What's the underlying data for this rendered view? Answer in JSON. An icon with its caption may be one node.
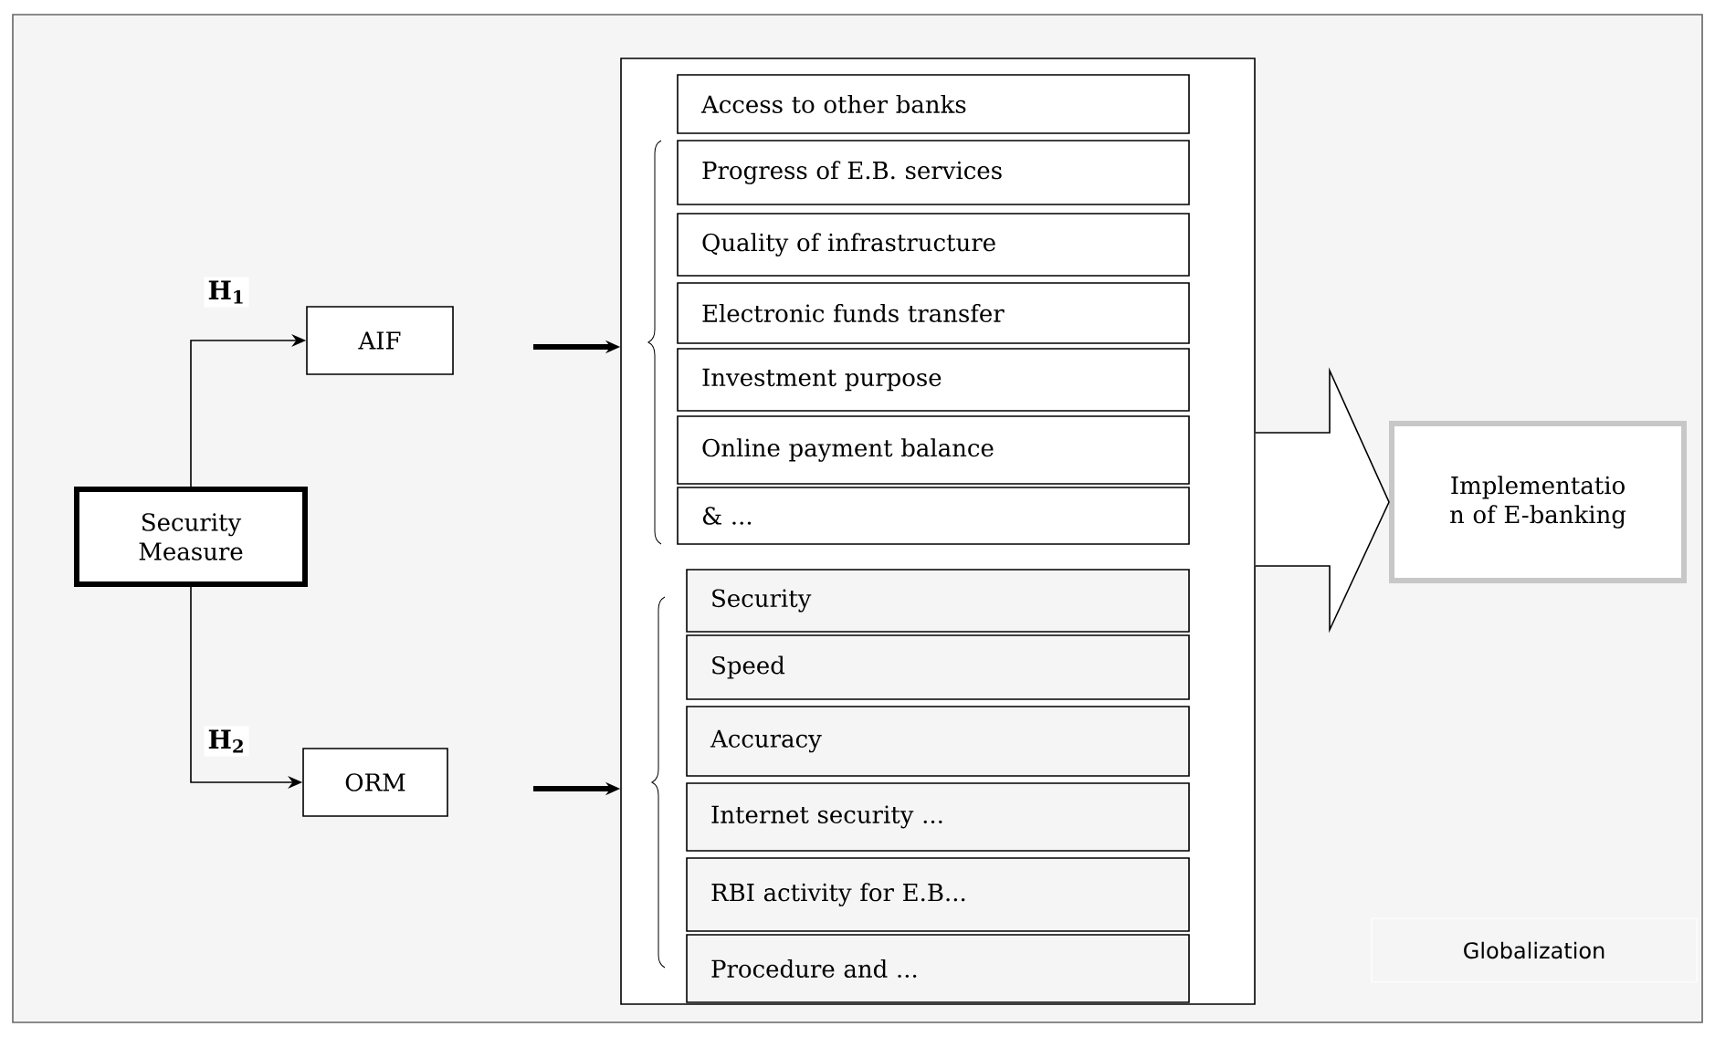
{
  "diagram": {
    "nodes": [
      {
        "text": [
          "Security Measure"
        ]
      },
      {
        "text": [
          "AIF"
        ]
      },
      {
        "text": [
          "ORM"
        ]
      },
      {
        "text": [],
        "shape": "box"
      },
      {
        "text": [
          "Access to other banks"
        ],
        "in": 3
      },
      {
        "text": [
          "Progress of E.B. services"
        ],
        "in": 3
      },
      {
        "text": [
          "Quality of infrastructure"
        ],
        "in": 3
      },
      {
        "text": [
          "Electronic funds transfer"
        ],
        "in": 3
      },
      {
        "text": [
          "Investment purpose"
        ],
        "in": 3
      },
      {
        "text": [
          "Online payment balance"
        ],
        "in": 3
      },
      {
        "text": [
          "& ..."
        ],
        "in": 3
      },
      {
        "text": [
          "Security"
        ],
        "in": 3
      },
      {
        "text": [
          "Speed"
        ],
        "in": 3
      },
      {
        "text": [
          "Accuracy"
        ],
        "in": 3
      },
      {
        "text": [
          "Internet security ..."
        ],
        "in": 3
      },
      {
        "text": [
          "RBI activity for E.B..."
        ],
        "in": 3
      },
      {
        "text": [
          "Procedure and ..."
        ],
        "in": 3
      },
      {
        "text": [
          "Implementatio n of E-banking"
        ]
      },
      {
        "text": [
          "Globalization"
        ]
      }
    ],
    "edges": [
      {
        "from": 0,
        "to": 1,
        "arrow": "to",
        "label": "H$_{1}$"
      },
      {
        "from": 0,
        "to": 2,
        "arrow": "to",
        "label": "H$_{2}$"
      },
      {
        "from": null,
        "to": 3,
        "arrow": "to",
        "style": "thick"
      },
      {
        "from": null,
        "to": 3,
        "arrow": "to",
        "style": "thick"
      },
      {
        "from": 3,
        "to": 17,
        "arrow": "to"
      }
    ]
  }
}
